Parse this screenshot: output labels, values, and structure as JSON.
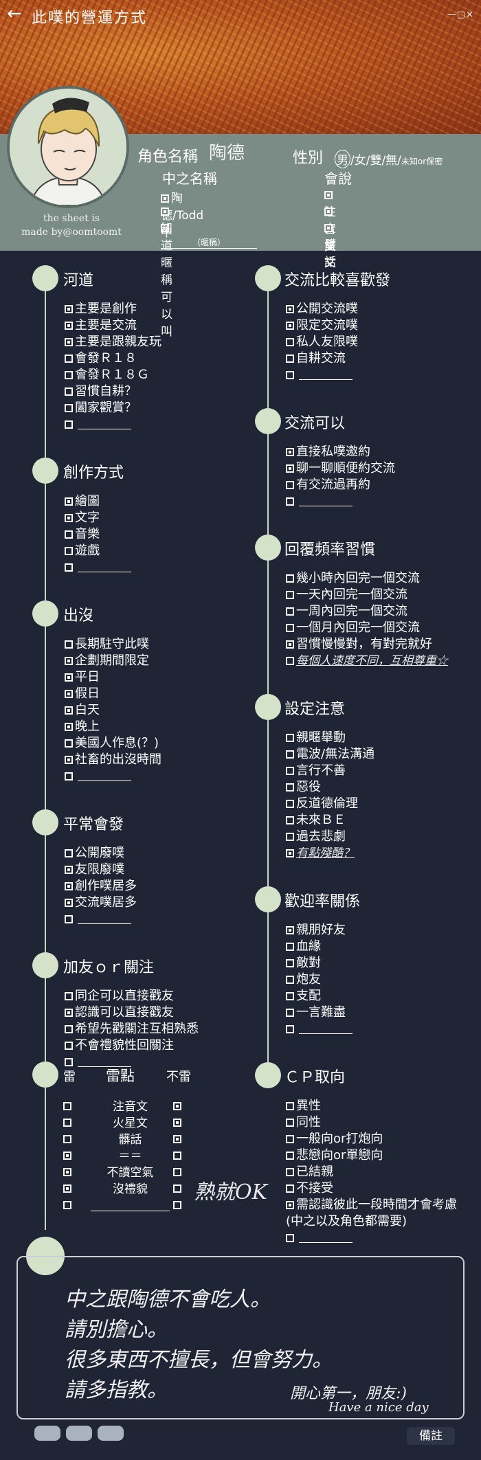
{
  "header": {
    "back_icon": "arrow-left-icon",
    "title": "此噗的營運方式",
    "window_controls": "—▢×"
  },
  "profile": {
    "role_label": "角色名稱",
    "role_name": "陶德",
    "gender_label": "性別",
    "gender_selected": "男",
    "gender_rest": "/女/雙/無/",
    "gender_tiny": "未知or保密",
    "middle_name_label": "中之名稱",
    "middle_name_options": [
      {
        "checked": true,
        "text": "陶德/Todd中"
      },
      {
        "checked": true,
        "text": "知道暱稱可以叫"
      },
      {
        "checked": false,
        "text": "（暱稱）"
      }
    ],
    "speaks_label": "會說",
    "speaks_options": [
      {
        "checked": true,
        "text": "注音文"
      },
      {
        "checked": true,
        "text": "火星文"
      },
      {
        "checked": true,
        "text": "髒話"
      }
    ],
    "credit_line1": "the sheet is",
    "credit_line2": "made by@oomtoomt"
  },
  "left_sections": [
    {
      "title": "河道",
      "items": [
        {
          "checked": true,
          "text": "主要是創作"
        },
        {
          "checked": true,
          "text": "主要是交流"
        },
        {
          "checked": true,
          "text": "主要是跟親友玩"
        },
        {
          "checked": false,
          "text": "會發Ｒ１８"
        },
        {
          "checked": false,
          "text": "會發Ｒ１８Ｇ"
        },
        {
          "checked": false,
          "text": "習慣自耕？"
        },
        {
          "checked": false,
          "text": "闔家觀賞？"
        },
        {
          "checked": false,
          "text": ""
        }
      ]
    },
    {
      "title": "創作方式",
      "items": [
        {
          "checked": true,
          "text": "繪圖"
        },
        {
          "checked": true,
          "text": "文字"
        },
        {
          "checked": false,
          "text": "音樂"
        },
        {
          "checked": false,
          "text": "遊戲"
        },
        {
          "checked": false,
          "text": ""
        }
      ]
    },
    {
      "title": "出沒",
      "items": [
        {
          "checked": false,
          "text": "長期駐守此噗"
        },
        {
          "checked": true,
          "text": "企劃期間限定"
        },
        {
          "checked": true,
          "text": "平日"
        },
        {
          "checked": true,
          "text": "假日"
        },
        {
          "checked": true,
          "text": "白天"
        },
        {
          "checked": true,
          "text": "晚上"
        },
        {
          "checked": false,
          "text": "美國人作息(？)"
        },
        {
          "checked": true,
          "text": "社畜的出沒時間"
        },
        {
          "checked": false,
          "text": ""
        }
      ]
    },
    {
      "title": "平常會發",
      "items": [
        {
          "checked": false,
          "text": "公開廢噗"
        },
        {
          "checked": true,
          "text": "友限廢噗"
        },
        {
          "checked": true,
          "text": "創作噗居多"
        },
        {
          "checked": true,
          "text": "交流噗居多"
        },
        {
          "checked": false,
          "text": ""
        }
      ]
    },
    {
      "title": "加友ｏｒ關注",
      "items": [
        {
          "checked": false,
          "text": "同企可以直接戳友"
        },
        {
          "checked": true,
          "text": "認識可以直接戳友"
        },
        {
          "checked": false,
          "text": "希望先戳關注互相熟悉"
        },
        {
          "checked": false,
          "text": "不會禮貌性回關注"
        },
        {
          "checked": false,
          "text": ""
        }
      ]
    }
  ],
  "lei": {
    "head_left": "雷",
    "head_mid": "雷點",
    "head_right": "不雷",
    "rows": [
      {
        "left": false,
        "text": "注音文",
        "right": true
      },
      {
        "left": false,
        "text": "火星文",
        "right": true
      },
      {
        "left": false,
        "text": "髒話",
        "right": true
      },
      {
        "left": true,
        "text": "＝＝",
        "right": false
      },
      {
        "left": true,
        "text": "不讀空氣",
        "right": false
      },
      {
        "left": true,
        "text": "沒禮貌",
        "right": false
      },
      {
        "left": false,
        "text": "",
        "right": false
      }
    ],
    "note": "熟就OK"
  },
  "right_sections": [
    {
      "title": "交流比較喜歡發",
      "items": [
        {
          "checked": true,
          "text": "公開交流噗"
        },
        {
          "checked": true,
          "text": "限定交流噗"
        },
        {
          "checked": false,
          "text": "私人友限噗"
        },
        {
          "checked": false,
          "text": "自耕交流"
        },
        {
          "checked": false,
          "text": ""
        }
      ]
    },
    {
      "title": "交流可以",
      "items": [
        {
          "checked": true,
          "text": "直接私噗邀約"
        },
        {
          "checked": true,
          "text": "聊一聊順便約交流"
        },
        {
          "checked": false,
          "text": "有交流過再約"
        },
        {
          "checked": false,
          "text": ""
        }
      ]
    },
    {
      "title": "回覆頻率習慣",
      "items": [
        {
          "checked": false,
          "text": "幾小時內回完一個交流"
        },
        {
          "checked": false,
          "text": "一天內回完一個交流"
        },
        {
          "checked": false,
          "text": "一周內回完一個交流"
        },
        {
          "checked": false,
          "text": "一個月內回完一個交流"
        },
        {
          "checked": true,
          "text": "習慣慢慢對，有對完就好"
        },
        {
          "checked": false,
          "text": "",
          "note": "每個人速度不同，互相尊重☆"
        }
      ]
    },
    {
      "title": "設定注意",
      "items": [
        {
          "checked": false,
          "text": "親暱舉動"
        },
        {
          "checked": false,
          "text": "電波/無法溝通"
        },
        {
          "checked": false,
          "text": "言行不善"
        },
        {
          "checked": false,
          "text": "惡役"
        },
        {
          "checked": false,
          "text": "反道德倫理"
        },
        {
          "checked": false,
          "text": "未來ＢＥ"
        },
        {
          "checked": false,
          "text": "過去悲劇"
        },
        {
          "checked": true,
          "text": "",
          "note": "有點殘酷？"
        }
      ]
    },
    {
      "title": "歡迎率關係",
      "items": [
        {
          "checked": true,
          "text": "親朋好友"
        },
        {
          "checked": false,
          "text": "血緣"
        },
        {
          "checked": false,
          "text": "敵對"
        },
        {
          "checked": false,
          "text": "炮友"
        },
        {
          "checked": false,
          "text": "支配"
        },
        {
          "checked": false,
          "text": "一言難盡"
        },
        {
          "checked": false,
          "text": ""
        }
      ]
    },
    {
      "title": "ＣＰ取向",
      "items": [
        {
          "checked": false,
          "text": "異性"
        },
        {
          "checked": false,
          "text": "同性"
        },
        {
          "checked": false,
          "text": "一般向or打炮向"
        },
        {
          "checked": false,
          "text": "悲戀向or單戀向"
        },
        {
          "checked": false,
          "text": "已結親"
        },
        {
          "checked": false,
          "text": "不接受"
        },
        {
          "checked": true,
          "text": "需認識彼此一段時間才會考慮"
        },
        {
          "checked": null,
          "text": "(中之以及角色都需要)"
        },
        {
          "checked": false,
          "text": ""
        }
      ]
    }
  ],
  "note_box": {
    "lines": [
      "中之跟陶德不會吃人。",
      "請別擔心。",
      "很多東西不擅長，但會努力。",
      "請多指教。"
    ],
    "sign1": "開心第一，朋友:)",
    "sign2": "Have a nice day"
  },
  "footer": {
    "remark_label": "備註"
  }
}
